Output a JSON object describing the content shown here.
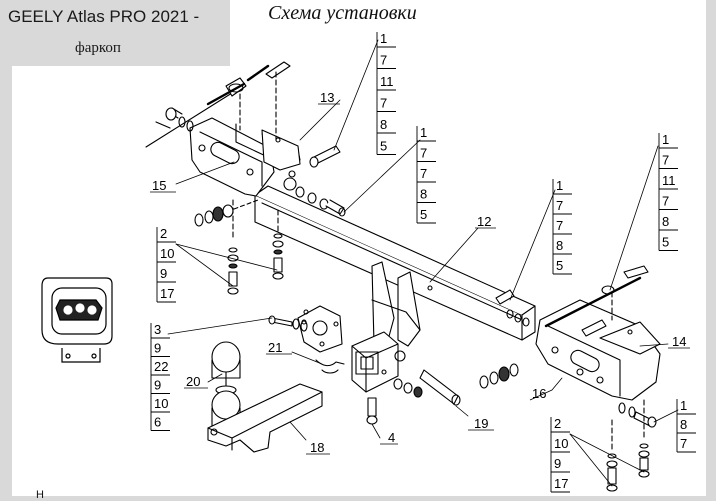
{
  "header": {
    "line1": "GEELY Atlas PRO 2021 -",
    "line2": "фаркоп"
  },
  "scheme_title": "Схема установки",
  "bottom_text": "Н",
  "stacks": [
    {
      "id": "a",
      "items": [
        "1",
        "7",
        "11",
        "7",
        "8",
        "5"
      ]
    },
    {
      "id": "b",
      "items": [
        "1",
        "7",
        "7",
        "8",
        "5"
      ]
    },
    {
      "id": "c",
      "items": [
        "1",
        "7",
        "7",
        "8",
        "5"
      ]
    },
    {
      "id": "d",
      "items": [
        "1",
        "7",
        "11",
        "7",
        "8",
        "5"
      ]
    },
    {
      "id": "e",
      "items": [
        "2",
        "10",
        "9",
        "17"
      ]
    },
    {
      "id": "f",
      "items": [
        "3",
        "9",
        "22",
        "9",
        "10",
        "6"
      ]
    },
    {
      "id": "g",
      "items": [
        "1",
        "8",
        "7"
      ]
    },
    {
      "id": "h",
      "items": [
        "2",
        "10",
        "9",
        "17"
      ]
    }
  ],
  "part_labels": [
    "13",
    "15",
    "12",
    "14",
    "16",
    "21",
    "20",
    "18",
    "4",
    "19"
  ]
}
